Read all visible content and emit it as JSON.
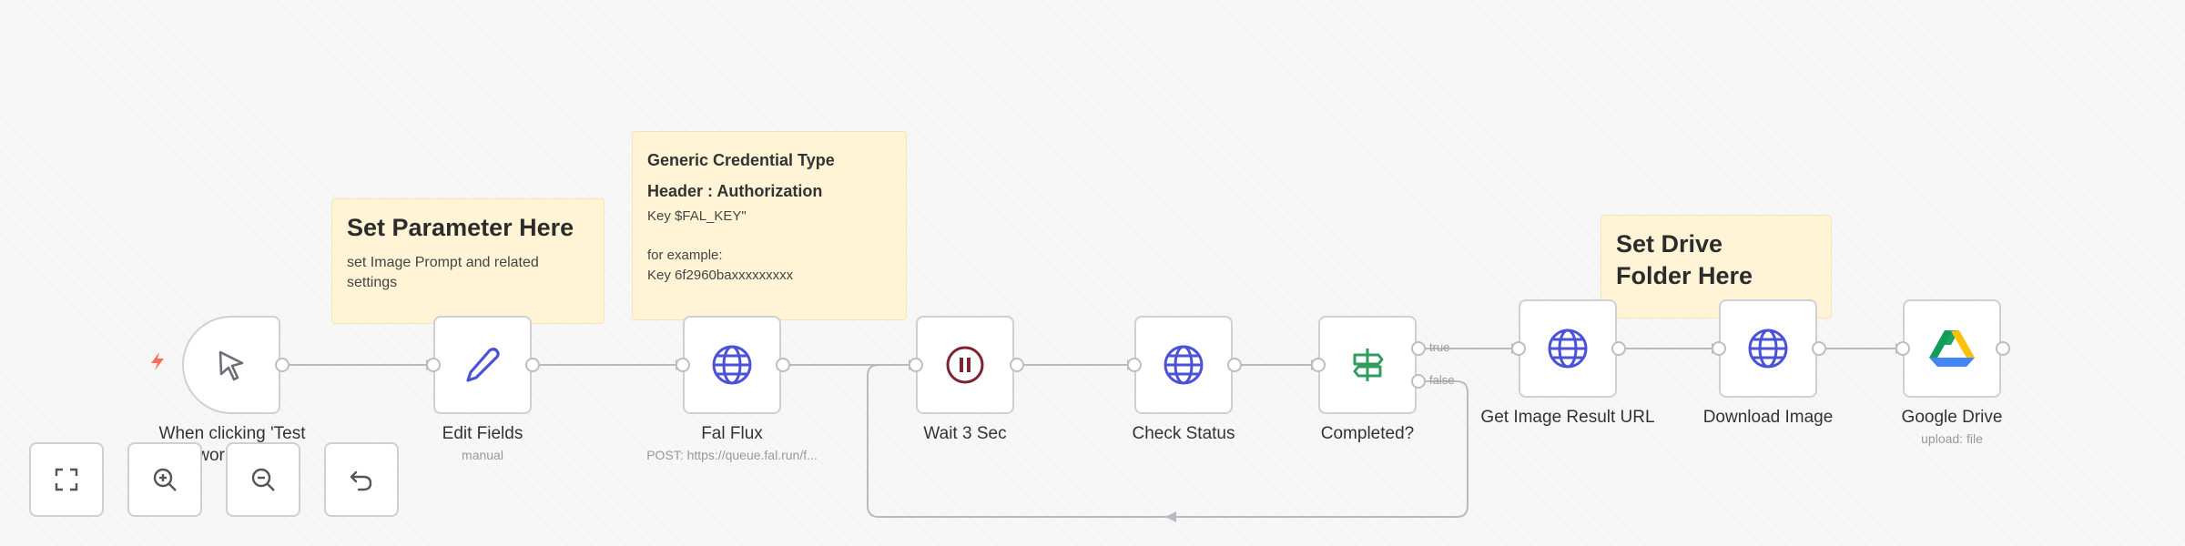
{
  "sticky_notes": {
    "set_parameter": {
      "title": "Set Parameter Here",
      "body": "set Image Prompt and related settings"
    },
    "credential": {
      "line1": "Generic Credential Type",
      "line2": "Header : Authorization",
      "line3": "Key $FAL_KEY\"",
      "line4": "for example:",
      "line5": "Key 6f2960baxxxxxxxxx"
    },
    "drive_folder": {
      "title": "Set Drive Folder Here"
    }
  },
  "nodes": {
    "trigger": {
      "label": "When clicking 'Test workflow'",
      "icon": "cursor-icon"
    },
    "edit_fields": {
      "label": "Edit Fields",
      "sublabel": "manual",
      "icon": "pencil-icon"
    },
    "fal_flux": {
      "label": "Fal Flux",
      "sublabel": "POST: https://queue.fal.run/f...",
      "icon": "globe-icon"
    },
    "wait": {
      "label": "Wait 3 Sec",
      "icon": "pause-icon"
    },
    "check_status": {
      "label": "Check Status",
      "icon": "globe-icon"
    },
    "completed": {
      "label": "Completed?",
      "icon": "signpost-icon",
      "true_label": "true",
      "false_label": "false"
    },
    "get_image": {
      "label": "Get Image Result URL",
      "icon": "globe-icon"
    },
    "download": {
      "label": "Download Image",
      "icon": "globe-icon"
    },
    "google_drive": {
      "label": "Google Drive",
      "sublabel": "upload: file",
      "icon": "google-drive-icon"
    }
  },
  "controls": [
    "fit-view-icon",
    "zoom-in-icon",
    "zoom-out-icon",
    "undo-icon"
  ],
  "colors": {
    "globe": "#4b52d6",
    "pencil": "#4b52d6",
    "pause": "#7d2333",
    "signpost": "#2f9e5c",
    "bolt": "#ff6d5a",
    "sticky": "#fff4d6",
    "connector": "#b9b9c0"
  }
}
